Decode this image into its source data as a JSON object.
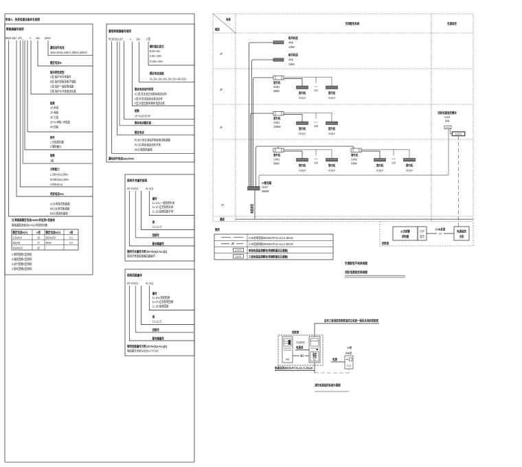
{
  "naming_rules": {
    "title": "附录A、各类电器设备命名规则",
    "breaker": {
      "title": "断路器编号规则",
      "code": [
        "MCB-",
        "63L/",
        "1P1_",
        "A",
        "16A",
        "30mA"
      ],
      "fields": [
        [
          "漏电动作电流",
          "30mA,50mA,100mA,300mA,500mA"
        ],
        [
          "额定电流In"
        ],
        [
          "脱扣特性类型",
          "A型:保护半导体器件",
          "B型:保护照明及电子线路",
          "C型:保护一般配电线路",
          "D型:保护大冲击电流负载"
        ],
        [
          "极数",
          "1P:单极",
          "2P:两极",
          "3P:三极",
          "1P+N:单极+中性极",
          "4P:四极"
        ],
        [
          "附件",
          "1:分励脱扣器",
          "2:辅助触头"
        ],
        [
          "级数",
          "3级"
        ],
        [
          "分断能力",
          "L:25kA(Icu),30kA",
          "M:36kA(Icu),40kA",
          "H:50kA(Icu)"
        ],
        [
          "壳架电流Inm"
        ],
        [
          "ACB:框架式断路器",
          "MCCB:塑壳断路器",
          "MCB:微型断路器"
        ]
      ],
      "notes": [
        "注:断路器额定电流In≤63A时选用C型曲线",
        "断路器额定电流In>63A时脱扣倍数"
      ],
      "table": {
        "headers": [
          "额定电流In(A)",
          "n倍",
          "额定电流In(A)",
          "n倍"
        ],
        "rows": [
          [
            "1.5≤In≤4",
            "15",
            "20≤In≤50",
            "2.1"
          ],
          [
            "6≤In≤8",
            "17",
            "50≤In",
            "2.2"
          ],
          [
            "10≤In≤16",
            "20",
            "",
            ""
          ]
        ]
      },
      "footnotes": [
        "1.照明回路C型脱扣:",
        "2.插座回路C型脱扣:",
        "3.动力回路D型脱扣:",
        "4.电机回路D型脱扣:"
      ]
    },
    "rcbo": {
      "title": "漏电断路器编号规则",
      "code": [
        "RCBO-",
        "32L/1P_",
        "A",
        "16A",
        "C型"
      ],
      "fields": [
        [
          "瞬时脱扣型式",
          "B:3In~5In",
          "C:5In~10In",
          "D:10In~20In"
        ],
        [
          "额定电流选值",
          "6A,10A,16A,20A,25A,32A,40A,63A"
        ],
        [
          "剩余电流动作类型",
          "AC型:对正弦交流剩余电流动作",
          "A型:对交流及脉动直流动作",
          "F型:对混合频率剩余电流动作"
        ],
        [
          "极数",
          "1P+N,2P,3P,4P"
        ],
        [
          "剩余电流额定值"
        ],
        [
          "额定电流"
        ],
        [
          "RCBO:带过流保护剩余电流断路器",
          "RCCB:剩余电流动作开关",
          "MCB:微型断路器"
        ]
      ],
      "footer": [
        "漏电动作电流IΔn≤30mA"
      ]
    },
    "switch": {
      "title": "照明开关编号规则",
      "code": [
        "ZS-YA(A)1",
        "AL-2(1)"
      ],
      "fields": [
        [
          "编号",
          "1L-1AL:一般照明开关",
          "1L-1A:应急照明开关",
          "1L-1B:插座回路开关"
        ],
        [
          "相",
          "L1,L2,L3"
        ],
        [
          "回路号"
        ],
        [
          "配电箱编号"
        ]
      ],
      "footer": [
        "照明开关编号示例:ZS-YA(A)1-AL-2(1)",
        "照明开关按配电箱回路编号"
      ]
    },
    "circuit": {
      "title": "照明回路编号",
      "code": [
        "ZS-YA(A)1",
        "AL-2(1)"
      ],
      "fields": [
        [
          "编号",
          "1L-2AL:照明回路",
          "1L-2A:应急照明回路",
          "1L-2B:插座回路"
        ],
        [
          "相",
          "L1,L2,L3"
        ],
        [
          "回路号"
        ],
        [
          "配电箱编号"
        ]
      ],
      "footer": [
        "照明回路编号示例:ZS-YA(A)1-AL-2(1)",
        "电缆编号示例:WDZN-YJY-5x6"
      ]
    }
  },
  "riser": {
    "header": {
      "system": "系统",
      "floor": "楼层",
      "main": "空调配电系统",
      "monitor": "电源监控"
    },
    "floors": {
      "f4": "4F",
      "f3": "3F",
      "f2": "2F",
      "f1": "1F",
      "base": "基础"
    },
    "floor_4f_units": [
      {
        "name": "新风机组",
        "code": "4Pdl",
        "power": "12kW"
      },
      {
        "name": "新风机组",
        "code": "4Pdl",
        "power": "12kW"
      }
    ],
    "floor_3f": {
      "outdoor": {
        "name": "室外机",
        "code": "3AW1",
        "power": "66kW"
      },
      "indoor": {
        "name": "室内机",
        "code": "ALzy-n"
      },
      "ellipsis": "• • •",
      "count": "x12"
    },
    "floor_2f": {
      "outdoor": {
        "name": "室外机",
        "code": "2AW1",
        "power": "100kW"
      },
      "indoor": {
        "name": "室内机",
        "code": "ALzy-n"
      },
      "ellipsis": "• • •",
      "count": "x18"
    },
    "floor_1f": [
      {
        "outdoor": {
          "name": "室外机",
          "code": "1AW1",
          "power": "66kW"
        },
        "indoor": {
          "name": "室内机",
          "code": "ALzy-n"
        },
        "ellipsis": "• • •",
        "count": "x18"
      },
      {
        "outdoor": {
          "name": "室外机",
          "code": "1AW2",
          "power": "63kW"
        },
        "indoor": {
          "name": "室内机",
          "code": "ALzy-n"
        },
        "ellipsis": "• • •",
        "count": "x18"
      }
    ],
    "main_panel": {
      "name": "1#配电箱",
      "code": "1KAP",
      "power": "356kW",
      "feeder": "电缆进线"
    },
    "monitor_module": {
      "name": "消防电源监控模块",
      "code": "AALE",
      "power": "1kW",
      "sensor": "D-DYX"
    },
    "control_room": {
      "label": "控制室",
      "fas_panel": [
        "火灾报警",
        "控制器"
      ],
      "crt": [
        "CRT",
        "显示"
      ],
      "bus_label": "CAN总线",
      "bus_tag": "1xF",
      "monitor_host": [
        "电源监控",
        "主机"
      ]
    }
  },
  "legend": {
    "title": "图例",
    "items": [
      {
        "symbol": "dash",
        "text": "CAN总线电缆WDZDN-RYJS-2x1.5 JDG20"
      },
      {
        "symbol": "dash-slash",
        "text": "CAN电源线缆WDZDN-RYJS-2x1.5 JDG20"
      },
      {
        "symbol": "D-DYX",
        "text": "单相电源监测模块(带熔断器及互感器)"
      },
      {
        "symbol": "S-DYX",
        "text": "三相电源监测模块(带熔断器及互感器)"
      }
    ]
  },
  "titles": [
    "空调配电干线系统图",
    "消防电源监控系统图"
  ],
  "fire_power_monitoring": {
    "note": "由本工程消防控制室监控主机统一接至总消防控制室",
    "room_label": "控制室",
    "fas_label": "FAS",
    "host_label": [
      "监控",
      "主机"
    ],
    "host_tag": "AC",
    "power_in": [
      "AC220V",
      "电源线"
    ],
    "comm_label": "通讯",
    "bus_label": "电源总线WDZN-RYJS-2x1.5 JDG20",
    "module": {
      "location": "1#楼",
      "code": "AALE",
      "type": "TY-D"
    },
    "supply_label": "电源",
    "title": "消防电源监控系统示意图"
  }
}
